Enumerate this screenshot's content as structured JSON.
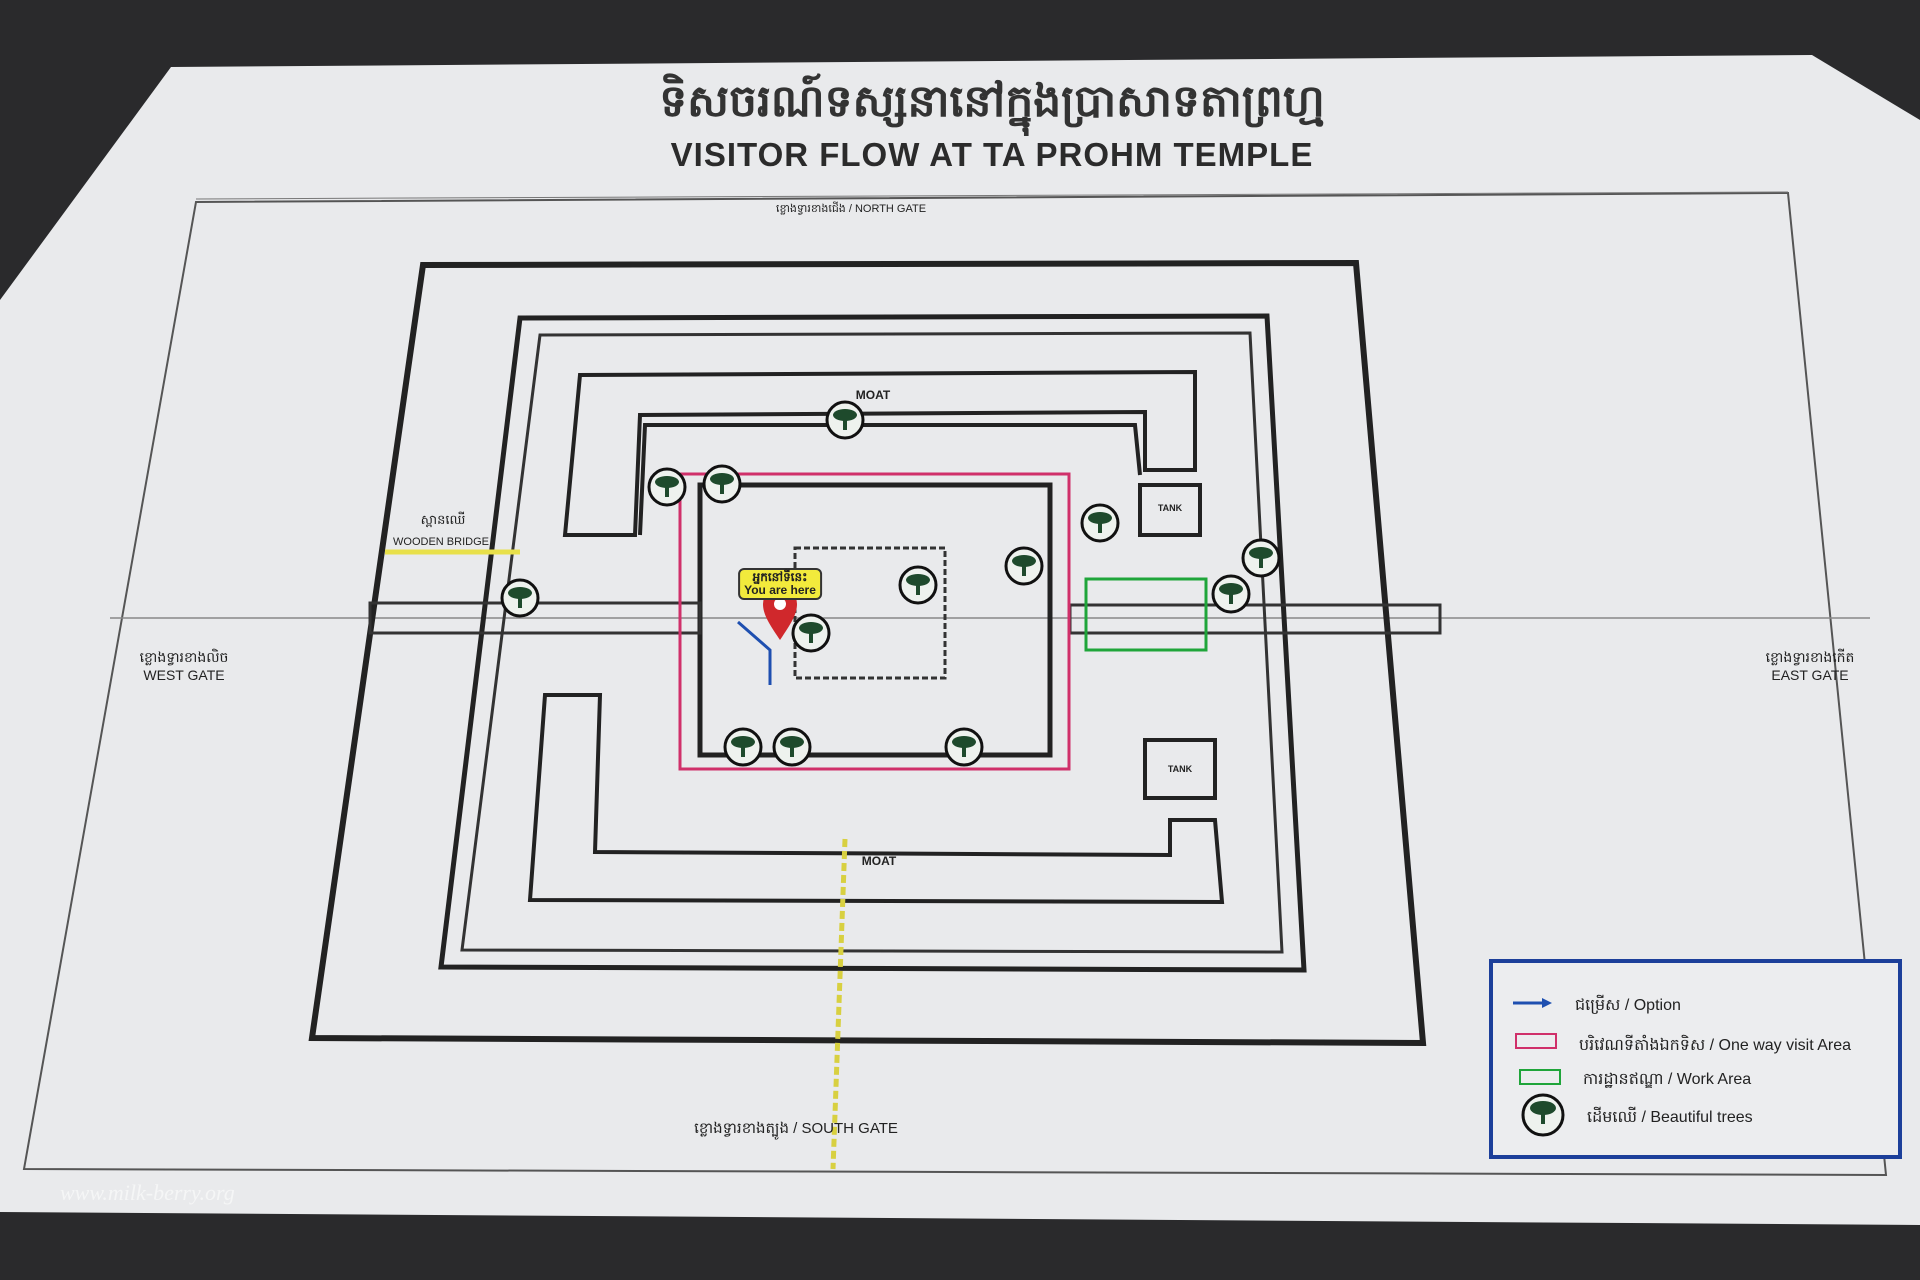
{
  "title": {
    "khmer": "ទិសចរណ៍ទស្សនានៅក្នុងប្រាសាទតាព្រហ្ម",
    "english": "VISITOR FLOW AT TA PROHM TEMPLE"
  },
  "gates": {
    "north": "ខ្លោងទ្វារខាងជើង / NORTH GATE",
    "west_kh": "ខ្លោងទ្វារខាងលិច",
    "west_en": "WEST GATE",
    "east_kh": "ខ្លោងទ្វារខាងកើត",
    "east_en": "EAST GATE",
    "south": "ខ្លោងទ្វារខាងត្បូង / SOUTH GATE"
  },
  "labels": {
    "moat_north": "MOAT",
    "moat_south": "MOAT",
    "tank_north": "TANK",
    "tank_south": "TANK",
    "bridge_kh": "ស្ពានឈើ",
    "bridge_en": "WOODEN BRIDGE",
    "you_are_here_kh": "អ្នកនៅទីនេះ",
    "you_are_here_en": "You are here"
  },
  "legend": [
    {
      "symbol": "arrow",
      "label": "ជម្រើស / Option"
    },
    {
      "symbol": "pink-rect",
      "label": "បរិវេណទីតាំងឯកទិស / One way visit Area"
    },
    {
      "symbol": "green-rect",
      "label": "ការដ្ឋានឥណ្ឌា / Work Area"
    },
    {
      "symbol": "tree",
      "label": "ដើមឈើ / Beautiful trees"
    }
  ],
  "watermark": "www.milk-berry.org",
  "colors": {
    "one_way_area": "#d0306a",
    "work_area": "#1fa53a",
    "option_arrow": "#1e4fb0",
    "legend_border": "#1c3f9a",
    "pin": "#d0282c",
    "tree": "#1e4a2c"
  }
}
